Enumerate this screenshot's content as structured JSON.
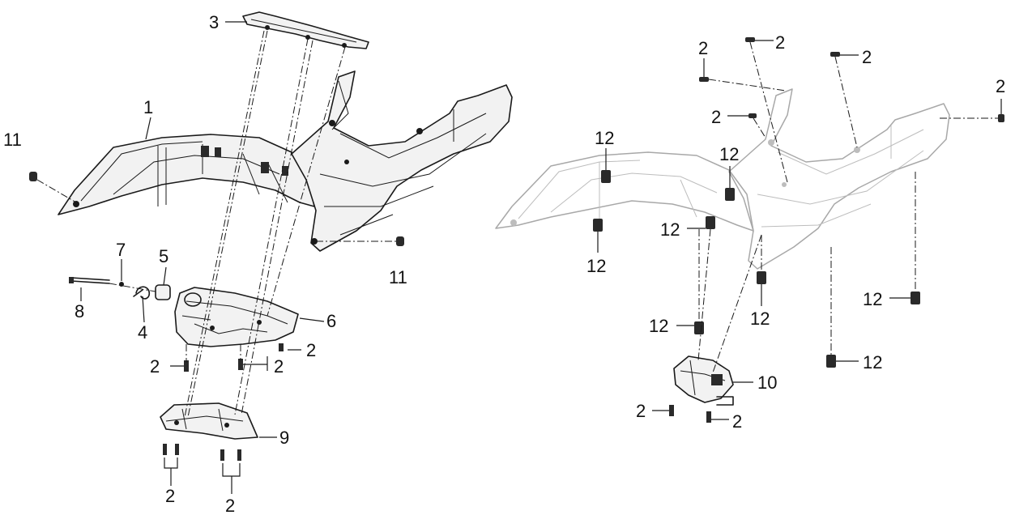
{
  "callouts": {
    "c1": "1",
    "c2": "2",
    "c3": "3",
    "c4": "4",
    "c5": "5",
    "c6": "6",
    "c7": "7",
    "c8": "8",
    "c9": "9",
    "c10": "10",
    "c11": "11",
    "c12": "12"
  },
  "colors": {
    "ink": "#1a1a1a",
    "ghost": "#a8a8a8",
    "background": "#ffffff"
  }
}
